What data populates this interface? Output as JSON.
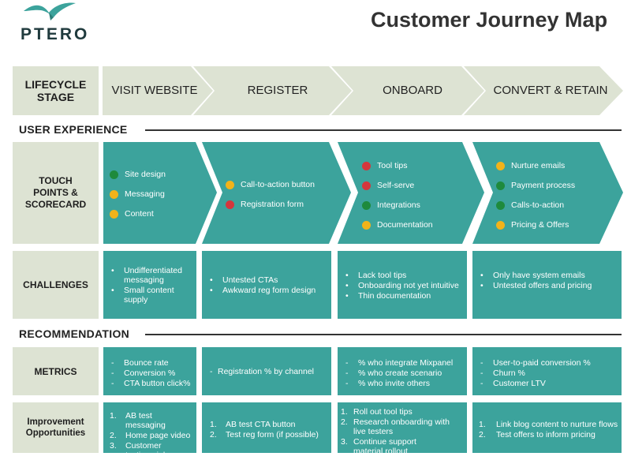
{
  "brand": {
    "name": "PTERO"
  },
  "title": "Customer Journey Map",
  "lifecycle": {
    "label": "LIFECYCLE STAGE",
    "stages": [
      "VISIT WEBSITE",
      "REGISTER",
      "ONBOARD",
      "CONVERT & RETAIN"
    ]
  },
  "sections": {
    "user_experience": "USER EXPERIENCE",
    "recommendation": "RECOMMENDATION"
  },
  "touchpoints": {
    "label": "TOUCH POINTS & SCORECARD",
    "columns": [
      [
        {
          "text": "Site design",
          "status": "green"
        },
        {
          "text": "Messaging",
          "status": "yellow"
        },
        {
          "text": "Content",
          "status": "yellow"
        }
      ],
      [
        {
          "text": "Call-to-action button",
          "status": "yellow"
        },
        {
          "text": "Registration form",
          "status": "red"
        }
      ],
      [
        {
          "text": "Tool tips",
          "status": "red"
        },
        {
          "text": "Self-serve",
          "status": "red"
        },
        {
          "text": "Integrations",
          "status": "green"
        },
        {
          "text": "Documentation",
          "status": "yellow"
        }
      ],
      [
        {
          "text": "Nurture emails",
          "status": "yellow"
        },
        {
          "text": "Payment process",
          "status": "green"
        },
        {
          "text": "Calls-to-action",
          "status": "green"
        },
        {
          "text": "Pricing & Offers",
          "status": "yellow"
        }
      ]
    ]
  },
  "challenges": {
    "label": "CHALLENGES",
    "columns": [
      [
        "Undifferentiated messaging",
        "Small content supply"
      ],
      [
        "Untested CTAs",
        "Awkward reg form design"
      ],
      [
        "Lack tool tips",
        "Onboarding not yet intuitive",
        "Thin documentation"
      ],
      [
        "Only have system emails",
        "Untested offers and pricing"
      ]
    ]
  },
  "metrics": {
    "label": "METRICS",
    "columns": [
      [
        "Bounce rate",
        "Conversion %",
        "CTA button click%"
      ],
      [
        "Registration % by channel"
      ],
      [
        "% who integrate Mixpanel",
        "% who create scenario",
        "% who invite others"
      ],
      [
        "User-to-paid conversion %",
        "Churn %",
        "Customer LTV"
      ]
    ]
  },
  "improvements": {
    "label": "Improvement Opportunities",
    "columns": [
      [
        "AB test messaging",
        "Home page video",
        "Customer testimonials"
      ],
      [
        "AB test CTA button",
        "Test reg form (if possible)"
      ],
      [
        "Roll out tool tips",
        "Research onboarding with live testers",
        "Continue support material rollout"
      ],
      [
        "Link blog content to nurture flows",
        "Test offers to inform pricing"
      ]
    ]
  },
  "colors": {
    "teal": "#3ca39c",
    "stage_bg": "#dde3d3",
    "green": "#1e8a3c",
    "yellow": "#f2b31a",
    "red": "#d4363c"
  }
}
